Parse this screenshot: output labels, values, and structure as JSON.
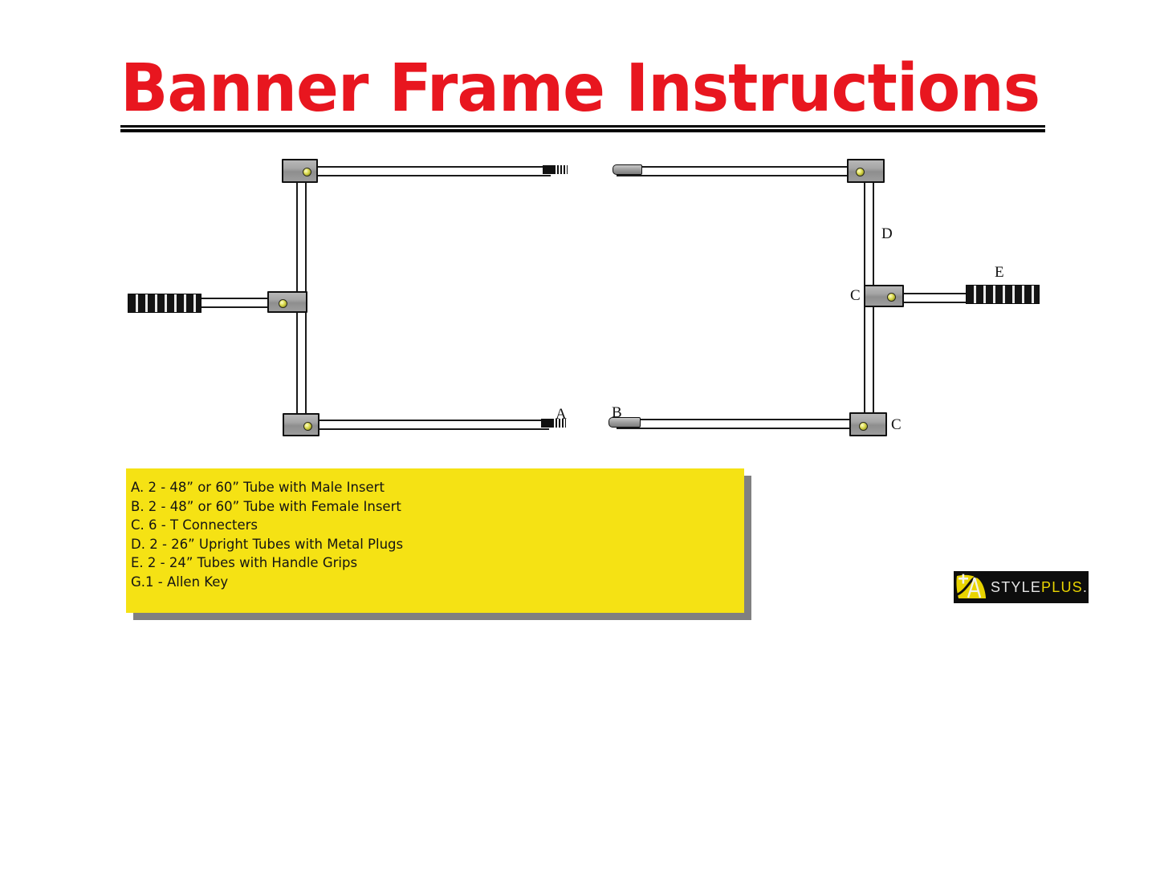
{
  "title": "Banner Frame Instructions",
  "diagram": {
    "name": "banner-frame-exploded-diagram",
    "part_labels": [
      {
        "key": "A",
        "text": "A"
      },
      {
        "key": "B",
        "text": "B"
      },
      {
        "key": "C_left_bottom",
        "text": "C"
      },
      {
        "key": "C_middle_right",
        "text": "C"
      },
      {
        "key": "D",
        "text": "D"
      },
      {
        "key": "E",
        "text": "E"
      }
    ]
  },
  "legend": {
    "items": [
      "A. 2 - 48” or 60” Tube with Male Insert",
      "B. 2 - 48” or 60” Tube with Female Insert",
      "C. 6 - T Connecters",
      "D. 2 - 26” Upright Tubes with Metal Plugs",
      "E. 2 - 24” Tubes with Handle Grips",
      "G.1 - Allen Key"
    ],
    "background_color": "#f5e214",
    "shadow_color": "#808080"
  },
  "logo": {
    "style_text": "STYLE",
    "plus_text": "PLUS",
    "trademark_dot": ".",
    "background_color": "#0d0d0d",
    "plus_color": "#e9d400"
  },
  "colors": {
    "title_red": "#e8161f",
    "legend_yellow": "#f5e214",
    "connector_gray": "#a5a5a5",
    "screw_yellow": "#d8d84a"
  }
}
